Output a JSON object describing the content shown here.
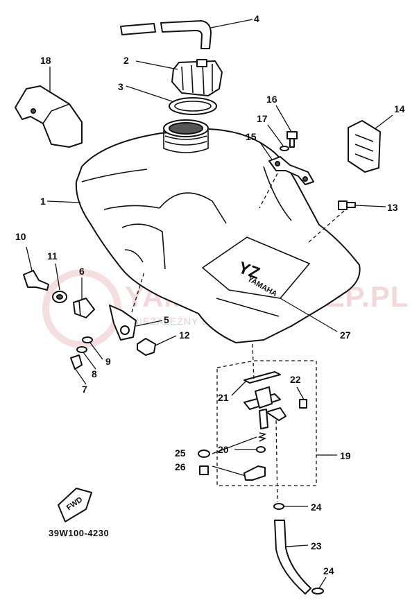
{
  "diagram_code": "39W100-4230",
  "fwd_label": "FWD",
  "tank_brand": "YAMAHA",
  "tank_logo": "YZ",
  "watermark": {
    "main": "YAMAHA-SKLEP.PL",
    "sub": "NIEZALEŻNY DEALER YAMAHA"
  },
  "callouts": [
    "1",
    "2",
    "3",
    "4",
    "5",
    "6",
    "7",
    "8",
    "9",
    "10",
    "11",
    "12",
    "13",
    "14",
    "15",
    "16",
    "17",
    "18",
    "19",
    "20",
    "21",
    "22",
    "23",
    "24",
    "25",
    "26",
    "27"
  ]
}
